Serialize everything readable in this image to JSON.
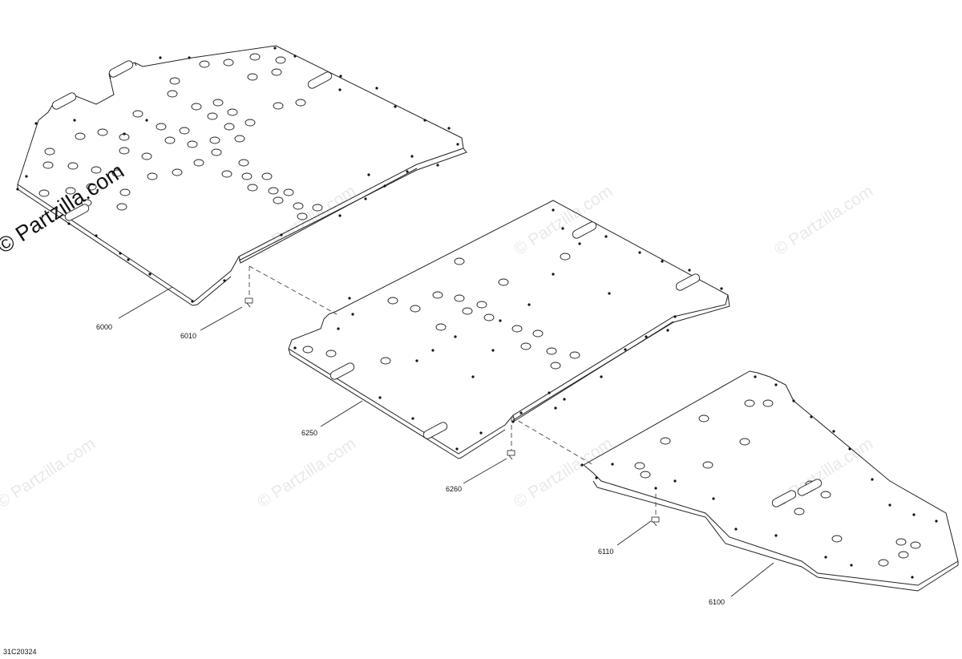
{
  "diagram": {
    "code": "31C20324",
    "watermark": "© Partzilla.com",
    "parts": [
      {
        "id": "6000",
        "label": "6000"
      },
      {
        "id": "6010",
        "label": "6010"
      },
      {
        "id": "6250",
        "label": "6250"
      },
      {
        "id": "6260",
        "label": "6260"
      },
      {
        "id": "6110",
        "label": "6110"
      },
      {
        "id": "6100",
        "label": "6100"
      }
    ]
  }
}
